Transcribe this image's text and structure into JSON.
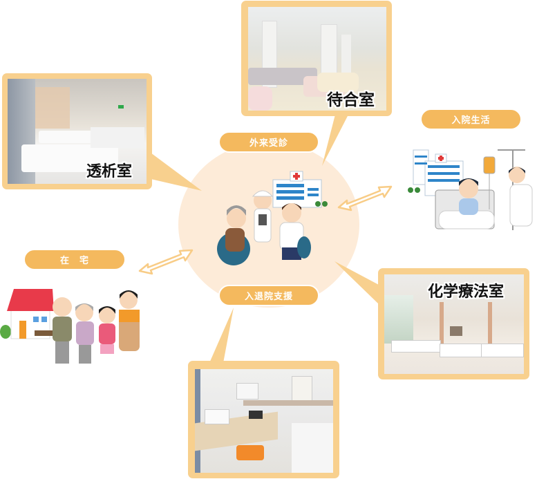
{
  "center": {
    "top_label": "外来受診",
    "bottom_label": "入退院支援",
    "illustration": "doctor-nurse-patient-hospital"
  },
  "nodes": [
    {
      "id": "dialysis",
      "label": "透析室",
      "type": "photo",
      "scene": "dialysis-room-beds"
    },
    {
      "id": "waiting",
      "label": "待合室",
      "type": "photo",
      "scene": "waiting-room-sofas"
    },
    {
      "id": "inpatient",
      "label": "入院生活",
      "type": "illustration",
      "scene": "patient-in-bed-with-nurse"
    },
    {
      "id": "chemo",
      "label": "化学療法室",
      "type": "photo",
      "scene": "chemotherapy-room-beds"
    },
    {
      "id": "home",
      "label": "在　宅",
      "type": "illustration",
      "scene": "house-and-family"
    },
    {
      "id": "support-office",
      "label": "",
      "type": "photo",
      "scene": "consultation-office-desk"
    }
  ],
  "colors": {
    "frame": "#f8d08e",
    "pill": "#f4b95e",
    "circle": "#fdebd8",
    "arrow_stroke": "#f8d08e"
  }
}
